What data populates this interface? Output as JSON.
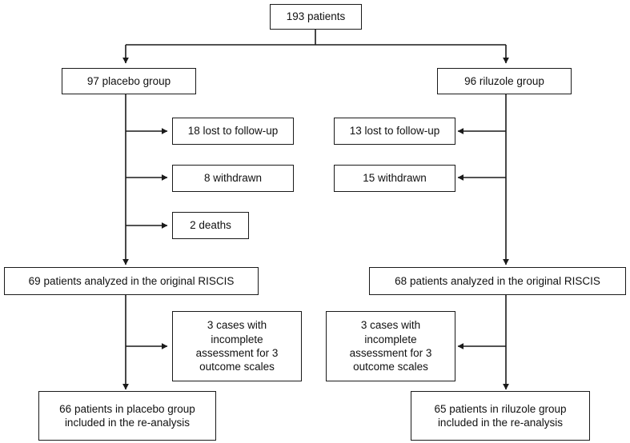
{
  "figure": {
    "type": "flowchart",
    "title": "CONSORT-style participant flow diagram",
    "colors": {
      "box_border": "#1a1a1a",
      "connector": "#1a1a1a",
      "background": "#ffffff",
      "text": "#111111"
    }
  },
  "nodes": {
    "total": {
      "label": "193 patients"
    },
    "placebo_group": {
      "label": "97 placebo group"
    },
    "riluzole_group": {
      "label": "96 riluzole group"
    },
    "placebo_lost": {
      "label": "18 lost to follow-up"
    },
    "placebo_withdrawn": {
      "label": "8 withdrawn"
    },
    "placebo_deaths": {
      "label": "2 deaths"
    },
    "riluzole_lost": {
      "label": "13 lost to follow-up"
    },
    "riluzole_withdrawn": {
      "label": "15 withdrawn"
    },
    "placebo_analyzed": {
      "label": "69 patients analyzed in the original RISCIS"
    },
    "riluzole_analyzed": {
      "label": "68 patients analyzed in the original RISCIS"
    },
    "placebo_incomplete": {
      "label": "3 cases with\nincomplete\nassessment for 3\noutcome scales"
    },
    "riluzole_incomplete": {
      "label": "3 cases with\nincomplete\nassessment for 3\noutcome scales"
    },
    "placebo_final": {
      "label": "66 patients in placebo group\nincluded in the re-analysis"
    },
    "riluzole_final": {
      "label": "65 patients in riluzole group\nincluded in the re-analysis"
    }
  },
  "connectors": [
    {
      "name": "total-to-split",
      "from": "total",
      "to": "split-bus"
    },
    {
      "name": "split-to-placebo",
      "from": "split-bus",
      "to": "placebo_group",
      "arrow": "down"
    },
    {
      "name": "split-to-riluzole",
      "from": "split-bus",
      "to": "riluzole_group",
      "arrow": "down"
    },
    {
      "name": "placebo-trunk",
      "from": "placebo_group",
      "to": "placebo_analyzed",
      "arrow": "down"
    },
    {
      "name": "placebo-to-lost",
      "from": "placebo-trunk",
      "to": "placebo_lost",
      "arrow": "right"
    },
    {
      "name": "placebo-to-withdrawn",
      "from": "placebo-trunk",
      "to": "placebo_withdrawn",
      "arrow": "right"
    },
    {
      "name": "placebo-to-deaths",
      "from": "placebo-trunk",
      "to": "placebo_deaths",
      "arrow": "right"
    },
    {
      "name": "riluzole-trunk",
      "from": "riluzole_group",
      "to": "riluzole_analyzed",
      "arrow": "down"
    },
    {
      "name": "riluzole-to-lost",
      "from": "riluzole-trunk",
      "to": "riluzole_lost",
      "arrow": "left"
    },
    {
      "name": "riluzole-to-withdrawn",
      "from": "riluzole-trunk",
      "to": "riluzole_withdrawn",
      "arrow": "left"
    },
    {
      "name": "placebo-trunk-lower",
      "from": "placebo_analyzed",
      "to": "placebo_final",
      "arrow": "down"
    },
    {
      "name": "placebo-to-incomplete",
      "from": "placebo-trunk-lower",
      "to": "placebo_incomplete",
      "arrow": "right"
    },
    {
      "name": "riluzole-trunk-lower",
      "from": "riluzole_analyzed",
      "to": "riluzole_final",
      "arrow": "down"
    },
    {
      "name": "riluzole-to-incomplete",
      "from": "riluzole-trunk-lower",
      "to": "riluzole_incomplete",
      "arrow": "left"
    }
  ]
}
